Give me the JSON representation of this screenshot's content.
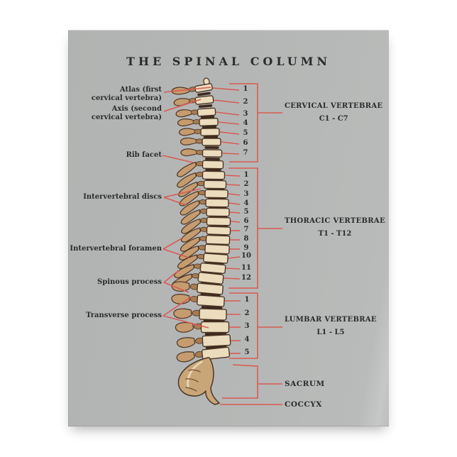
{
  "poster": {
    "title": "THE SPINAL COLUMN"
  },
  "anatomy_labels": {
    "atlas_line1": "Atlas (first",
    "atlas_line2": "cervical vertebra)",
    "axis_line1": "Axis (second",
    "axis_line2": "cervical vertebra)",
    "rib_facet": "Rib facet",
    "intervertebral_discs": "Intervertebral discs",
    "intervertebral_foramen": "Intervertebral foramen",
    "spinous_process": "Spinous process",
    "transverse_process": "Transverse process"
  },
  "sections": {
    "cervical": {
      "name": "CERVICAL VERTEBRAE",
      "range": "C1 - C7",
      "numbers": [
        "1",
        "2",
        "3",
        "4",
        "5",
        "6",
        "7"
      ]
    },
    "thoracic": {
      "name": "THORACIC VERTEBRAE",
      "range": "T1 - T12",
      "numbers": [
        "1",
        "2",
        "3",
        "4",
        "5",
        "6",
        "7",
        "8",
        "9",
        "10",
        "11",
        "12"
      ]
    },
    "lumbar": {
      "name": "LUMBAR VERTEBRAE",
      "range": "L1 - L5",
      "numbers": [
        "1",
        "2",
        "3",
        "4",
        "5"
      ]
    },
    "sacrum": {
      "name": "SACRUM"
    },
    "coccyx": {
      "name": "COCCYX"
    }
  },
  "colors": {
    "accent_red": "#d95b52",
    "text": "#2b2b2b",
    "panel_gray": "#b4b6b5",
    "bone_cream": "#eadcbd",
    "bone_tan": "#c69c6e",
    "bone_outline": "#4b3526"
  }
}
